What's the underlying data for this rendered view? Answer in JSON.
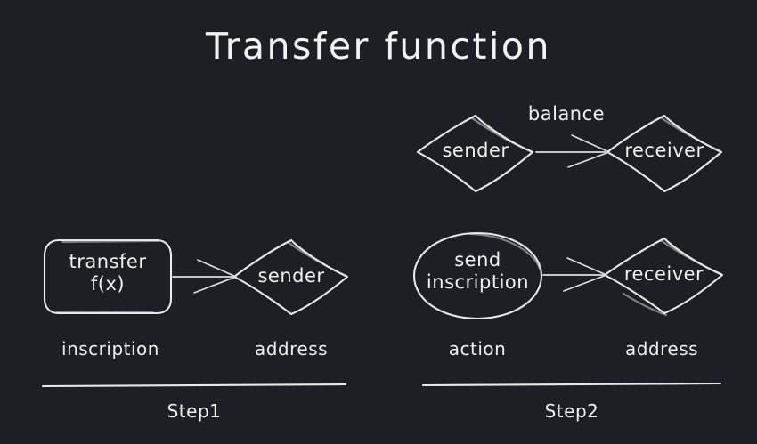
{
  "page": {
    "title": "Transfer function",
    "background_color": "#1e1f25",
    "stroke_color": "#e8e8ea",
    "text_color": "#f0f0f2"
  },
  "diagram": {
    "top_right_flow": {
      "source_node": {
        "label": "sender",
        "shape": "diamond"
      },
      "edge_label": "balance",
      "target_node": {
        "label": "receiver",
        "shape": "diamond"
      }
    },
    "step1_flow": {
      "source_node": {
        "label_line1": "transfer",
        "label_line2": "f(x)",
        "shape": "rounded-rectangle"
      },
      "target_node": {
        "label": "sender",
        "shape": "diamond"
      },
      "source_caption": "inscription",
      "target_caption": "address",
      "step_label": "Step1"
    },
    "step2_flow": {
      "source_node": {
        "label_line1": "send",
        "label_line2": "inscription",
        "shape": "ellipse"
      },
      "target_node": {
        "label": "receiver",
        "shape": "diamond"
      },
      "source_caption": "action",
      "target_caption": "address",
      "step_label": "Step2"
    }
  }
}
